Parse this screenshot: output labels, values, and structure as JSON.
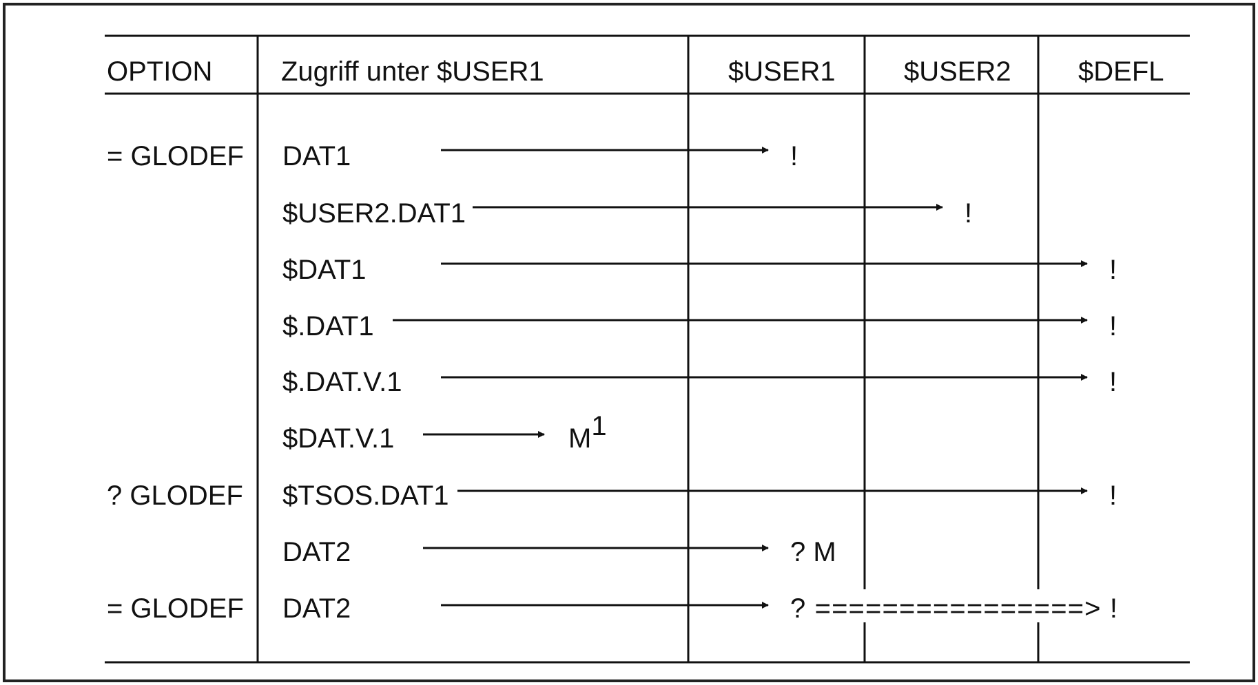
{
  "header": {
    "option": "OPTION",
    "access": "Zugriff unter $USER1",
    "user1": "$USER1",
    "user2": "$USER2",
    "defl": "$DEFL"
  },
  "rows": [
    {
      "option": "= GLODEF",
      "access": "DAT1",
      "result": "!",
      "target": "$USER1"
    },
    {
      "option": "",
      "access": "$USER2.DAT1",
      "result": "!",
      "target": "$USER2"
    },
    {
      "option": "",
      "access": "$DAT1",
      "result": "!",
      "target": "$DEFL"
    },
    {
      "option": "",
      "access": "$.DAT1",
      "result": "!",
      "target": "$DEFL"
    },
    {
      "option": "",
      "access": "$.DAT.V.1",
      "result": "!",
      "target": "$DEFL"
    },
    {
      "option": "",
      "access": "$DAT.V.1",
      "result": "M",
      "result_sup": "1",
      "target": ""
    },
    {
      "option": "? GLODEF",
      "access": "$TSOS.DAT1",
      "result": "!",
      "target": "$DEFL"
    },
    {
      "option": "",
      "access": "DAT2",
      "result": "? M",
      "target": "$USER1"
    },
    {
      "option": "= GLODEF",
      "access": "DAT2",
      "result": "? ================> !",
      "target": "$USER1"
    }
  ],
  "colors": {
    "line": "#111111",
    "text": "#111111",
    "frame": "#222222"
  }
}
